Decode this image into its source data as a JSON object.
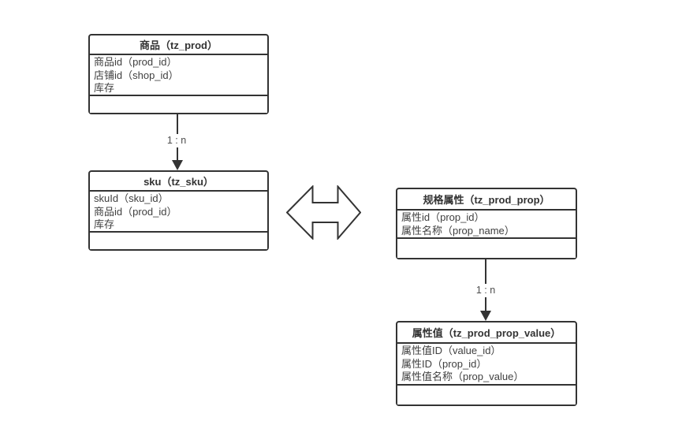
{
  "colors": {
    "background": "#ffffff",
    "line": "#333333",
    "text": "#404040",
    "edge_label_text": "#4d4d4d"
  },
  "entities": [
    {
      "title": "商品（tz_prod）",
      "fields": [
        "商品id（prod_id）",
        "店铺id（shop_id）",
        "库存"
      ]
    },
    {
      "title": "sku（tz_sku）",
      "fields": [
        "skuId（sku_id）",
        "商品id（prod_id）",
        "库存"
      ]
    },
    {
      "title": "规格属性（tz_prod_prop）",
      "fields": [
        "属性id（prop_id）",
        "属性名称（prop_name）"
      ]
    },
    {
      "title": "属性值（tz_prod_prop_value）",
      "fields": [
        "属性值ID（value_id）",
        "属性ID（prop_id）",
        "属性值名称（prop_value）"
      ]
    }
  ],
  "edges": [
    {
      "from": "商品（tz_prod）",
      "to": "sku（tz_sku）",
      "label": "1 : n"
    },
    {
      "from": "规格属性（tz_prod_prop）",
      "to": "属性值（tz_prod_prop_value）",
      "label": "1 : n"
    }
  ],
  "connector": {
    "type": "double-headed-horizontal-arrow",
    "between": [
      "sku（tz_sku）",
      "规格属性（tz_prod_prop）"
    ]
  }
}
